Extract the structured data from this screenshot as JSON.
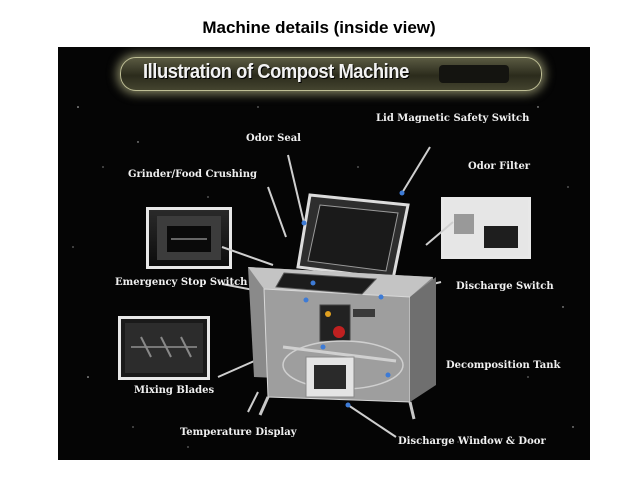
{
  "page": {
    "title": "Machine details (inside view)"
  },
  "figure": {
    "banner": "Illustration of Compost Machine",
    "labels": {
      "odor_seal": "Odor Seal",
      "lid_switch": "Lid Magnetic Safety Switch",
      "grinder": "Grinder/Food Crushing",
      "odor_filter": "Odor Filter",
      "emergency_stop": "Emergency Stop Switch",
      "discharge_switch": "Discharge Switch",
      "decomposition_tank": "Decomposition Tank",
      "mixing_blades": "Mixing Blades",
      "temperature_display": "Temperature Display",
      "discharge_window": "Discharge Window & Door"
    }
  }
}
